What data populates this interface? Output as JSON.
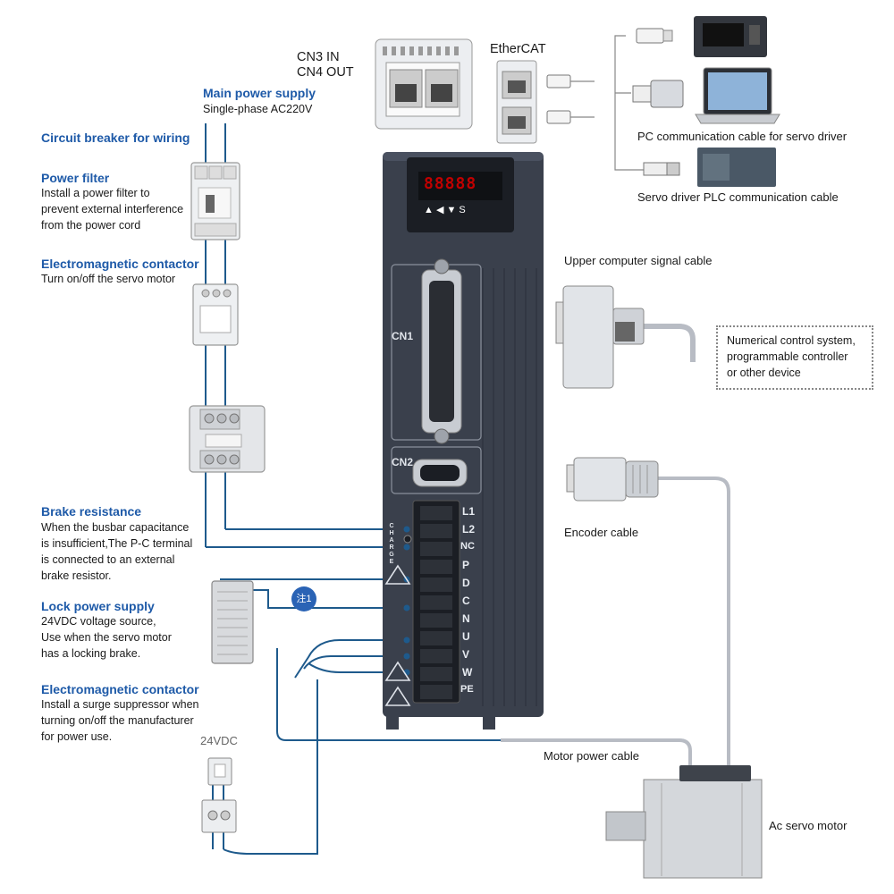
{
  "left_labels": {
    "main_power_title": "Main power supply",
    "main_power_desc": "Single-phase AC220V",
    "breaker_title": "Circuit breaker for wiring",
    "filter_title": "Power filter",
    "filter_desc": [
      "Install a power filter to",
      "prevent external interference",
      "from the power cord"
    ],
    "contactor1_title": "Electromagnetic contactor",
    "contactor1_desc": "Turn on/off the servo motor",
    "brake_title": "Brake resistance",
    "brake_desc": [
      "When the busbar capacitance",
      "is insufficient,The P-C terminal",
      "is connected to an external",
      "brake resistor."
    ],
    "lock_title": "Lock power supply",
    "lock_desc": [
      "24VDC voltage source,",
      "Use when the servo motor",
      "has a locking brake."
    ],
    "contactor2_title": "Electromagnetic contactor",
    "contactor2_desc": [
      "Install a surge suppressor when",
      "turning on/off the manufacturer",
      "for power use."
    ],
    "vdc": "24VDC"
  },
  "right_labels": {
    "cn3_in": "CN3 IN",
    "cn4_out": "CN4 OUT",
    "ethercat": "EtherCAT",
    "pc_cable": "PC communication cable for servo driver",
    "plc_cable": "Servo driver PLC communication cable",
    "upper_cable": "Upper computer signal cable",
    "nc_system": [
      "Numerical control system,",
      "programmable controller",
      "or other device"
    ],
    "encoder_cable": "Encoder cable",
    "motor_cable": "Motor power cable",
    "servo_motor": "Ac servo motor"
  },
  "drive": {
    "display": "88888",
    "keys": "▲   ◀   ▼   S",
    "cn1": "CN1",
    "cn2": "CN2",
    "charge": "CHARGE",
    "terminals": [
      "L1",
      "L2",
      "NC",
      "P",
      "D",
      "C",
      "N",
      "U",
      "V",
      "W",
      "PE"
    ],
    "note": "注1"
  },
  "colors": {
    "wire": "#1e5a8c",
    "heading": "#1e5aa8",
    "drive_body": "#3a404c"
  }
}
